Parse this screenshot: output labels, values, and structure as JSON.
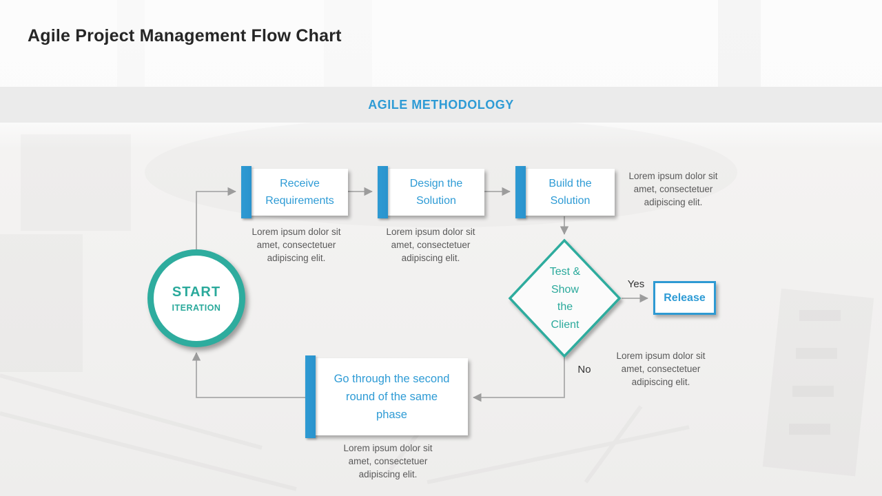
{
  "slide": {
    "title": "Agile Project Management Flow Chart",
    "banner": "AGILE METHODOLOGY"
  },
  "colors": {
    "accent_blue": "#2E9BD5",
    "accent_teal": "#2EAC9E",
    "connector_gray": "#A9A9A9",
    "caption_gray": "#595959",
    "banner_bg": "#EBEBEB"
  },
  "start": {
    "title": "START",
    "subtitle": "ITERATION"
  },
  "steps": [
    {
      "label": "Receive Requirements",
      "caption": "Lorem ipsum dolor sit amet, consectetuer adipiscing elit."
    },
    {
      "label": "Design the Solution",
      "caption": "Lorem ipsum dolor sit amet, consectetuer adipiscing elit."
    },
    {
      "label": "Build the Solution",
      "caption": "Lorem ipsum dolor sit amet, consectetuer adipiscing elit."
    }
  ],
  "decision": {
    "lines": [
      "Test &",
      "Show",
      "the",
      "Client"
    ],
    "caption": "Lorem ipsum dolor sit amet, consectetuer adipiscing elit.",
    "yes_label": "Yes",
    "no_label": "No"
  },
  "release": {
    "label": "Release"
  },
  "loop": {
    "label": "Go through the second round of the same phase",
    "caption": "Lorem ipsum dolor sit amet, consectetuer adipiscing elit."
  }
}
